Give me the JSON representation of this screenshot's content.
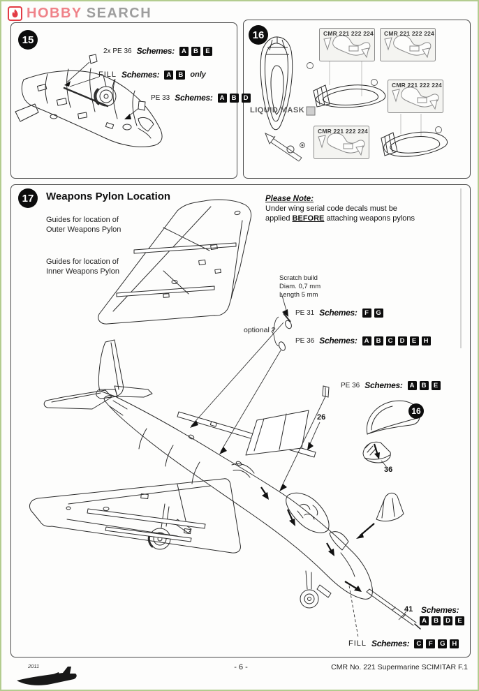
{
  "header": {
    "brand_hobby": "HOBBY",
    "brand_search": "SEARCH"
  },
  "colors": {
    "brand_pink": "#ef8289",
    "brand_gray": "#9d9d9d",
    "flame_red": "#e23b44",
    "edge_green": "#b3cc8f",
    "ink": "#1c1c1c"
  },
  "steps": {
    "s15": {
      "number": "15",
      "callout_pe36": {
        "part": "2x PE 36",
        "schemes_label": "Schemes:",
        "schemes": [
          "A",
          "B",
          "E"
        ]
      },
      "callout_fill": {
        "part": "FILL",
        "schemes_label": "Schemes:",
        "schemes": [
          "A",
          "B"
        ],
        "suffix": "only"
      },
      "callout_pe33": {
        "part": "PE 33",
        "schemes_label": "Schemes:",
        "schemes": [
          "A",
          "B",
          "D"
        ]
      }
    },
    "s16": {
      "number": "16",
      "sheet_label": "CMR 221 222 224",
      "liquid_mask": "LIQUID MASK"
    },
    "s17": {
      "number": "17",
      "title": "Weapons Pylon Location",
      "guide_outer_l1": "Guides for location of",
      "guide_outer_l2": "Outer Weapons Pylon",
      "guide_inner_l1": "Guides for location of",
      "guide_inner_l2": "Inner Weapons Pylon",
      "note": {
        "title": "Please Note:",
        "line1": "Under wing serial code decals must be",
        "line2_pre": "applied ",
        "line2_bold": "BEFORE",
        "line2_post": " attaching weapons pylons"
      },
      "scratch": {
        "l1": "Scratch build",
        "l2": "Diam. 0,7 mm",
        "l3": "Length 5 mm"
      },
      "pe31": {
        "part": "PE 31",
        "schemes_label": "Schemes:",
        "schemes": [
          "F",
          "G"
        ]
      },
      "optional": "optional ?",
      "pe36_long": {
        "part": "PE 36",
        "schemes_label": "Schemes:",
        "schemes": [
          "A",
          "B",
          "C",
          "D",
          "E",
          "H"
        ]
      },
      "pe36_short": {
        "part": "PE 36",
        "schemes_label": "Schemes:",
        "schemes": [
          "A",
          "B",
          "E"
        ]
      },
      "part26": "26",
      "ref16": "16",
      "part36": "36",
      "part41": "41",
      "schemes41": {
        "schemes_label": "Schemes:",
        "schemes": [
          "A",
          "B",
          "D",
          "E"
        ]
      },
      "fill": {
        "part": "FILL",
        "schemes_label": "Schemes:",
        "schemes": [
          "C",
          "F",
          "G",
          "H"
        ]
      }
    }
  },
  "footer": {
    "year": "2011",
    "page": "- 6 -",
    "kit": "CMR  No. 221 Supermarine SCIMITAR F.1"
  }
}
